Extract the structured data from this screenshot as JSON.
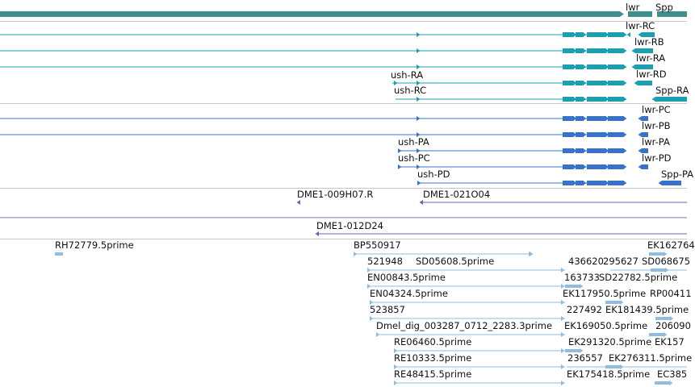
{
  "colors": {
    "gene": "#3f8f8f",
    "mrna_ncbi": "#1e9fb0",
    "mrna_fb": "#3a72c8",
    "clone": "#7a5cb0",
    "est": "#8fbde0"
  },
  "gene_labels": [
    "lwr",
    "Spp"
  ],
  "transcripts_a": [
    "lwr-RC",
    "lwr-RB",
    "lwr-RA",
    "ush-RA",
    "lwr-RD",
    "ush-RC",
    "Spp-RA"
  ],
  "transcripts_b": [
    "lwr-PC",
    "lwr-PB",
    "ush-PA",
    "lwr-PA",
    "ush-PC",
    "lwr-PD",
    "ush-PD",
    "Spp-PA"
  ],
  "clones": [
    "DME1-009H07.R",
    "DME1-021O04",
    "DME1-012D24"
  ],
  "ests": [
    "RH72779.5prime",
    "BP550917",
    "EK162764",
    "521948",
    "SD05608.5prime",
    "436620",
    "295627",
    "SD068675",
    "EN00843.5prime",
    "163733",
    "SD22782.5prime",
    "EN04324.5prime",
    "EK117950.5prime",
    "RP00411",
    "523857",
    "227492",
    "EK181439.5prime",
    "Dmel_dig_003287_0712_2283.3prime",
    "EK169050.5prime",
    "206090",
    "RE06460.5prime",
    "EK291320.5prime",
    "EK157",
    "RE10333.5prime",
    "236557",
    "EK276311.5prime",
    "RE48415.5prime",
    "EK175418.5prime",
    "EC385"
  ]
}
